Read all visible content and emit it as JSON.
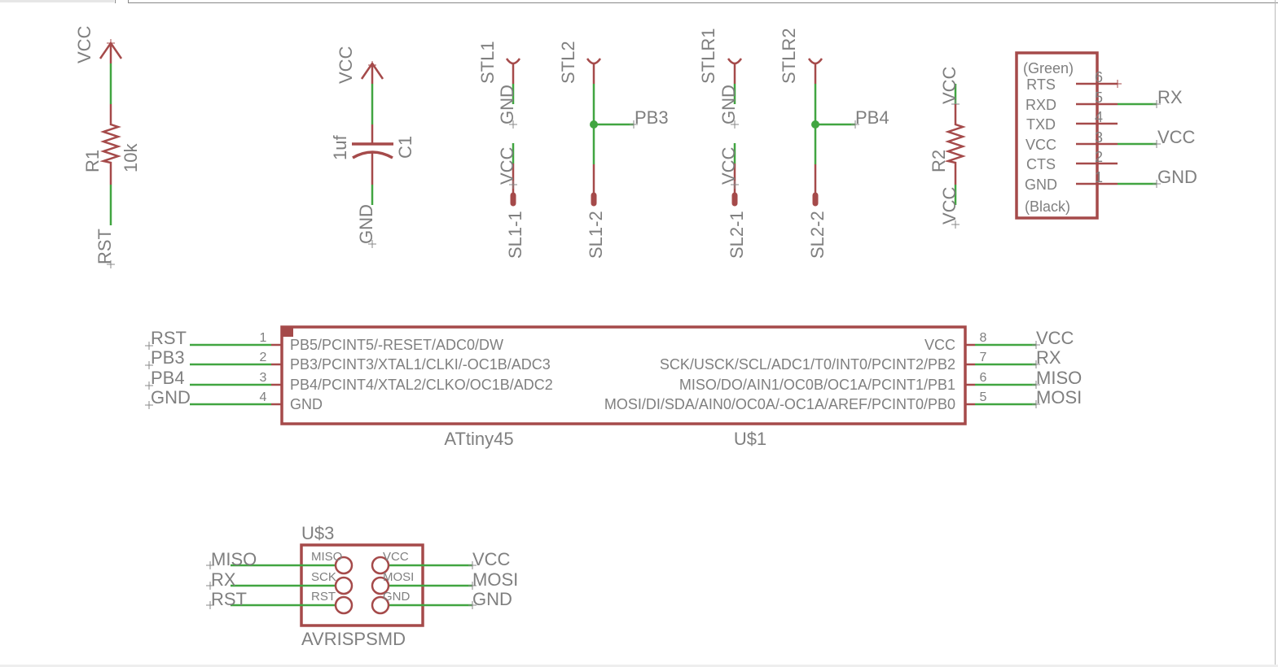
{
  "colors": {
    "part": "#a54a4a",
    "net": "#41a541",
    "text": "#7f7f7f"
  },
  "r1": {
    "name": "R1",
    "value": "10k",
    "top_net": "VCC",
    "bottom_net": "RST"
  },
  "c1": {
    "name": "C1",
    "value": "1uf",
    "top_net": "VCC",
    "bottom_net": "GND"
  },
  "stl1": {
    "name": "STL1",
    "net_top": "GND",
    "net_bottom": "VCC",
    "pad": "SL1-1"
  },
  "stl2": {
    "name": "STL2",
    "net": "PB3",
    "pad": "SL1-2"
  },
  "stlr1": {
    "name": "STLR1",
    "net_top": "GND",
    "net_bottom": "VCC",
    "pad": "SL2-1"
  },
  "stlr2": {
    "name": "STLR2",
    "net": "PB4",
    "pad": "SL2-2"
  },
  "r2": {
    "name": "R2",
    "top_net": "VCC",
    "bottom_net": "VCC"
  },
  "ftdi": {
    "top_label": "(Green)",
    "bottom_label": "(Black)",
    "pins": [
      {
        "name": "RTS",
        "num": "6",
        "net": ""
      },
      {
        "name": "RXD",
        "num": "5",
        "net": "RX"
      },
      {
        "name": "TXD",
        "num": "4",
        "net": ""
      },
      {
        "name": "VCC",
        "num": "3",
        "net": "VCC"
      },
      {
        "name": "CTS",
        "num": "2",
        "net": ""
      },
      {
        "name": "GND",
        "num": "1",
        "net": "GND"
      }
    ]
  },
  "u1": {
    "name": "U$1",
    "value": "ATtiny45",
    "left_pins": [
      {
        "num": "1",
        "name": "PB5/PCINT5/-RESET/ADC0/DW",
        "net": "RST"
      },
      {
        "num": "2",
        "name": "PB3/PCINT3/XTAL1/CLKI/-OC1B/ADC3",
        "net": "PB3"
      },
      {
        "num": "3",
        "name": "PB4/PCINT4/XTAL2/CLKO/OC1B/ADC2",
        "net": "PB4"
      },
      {
        "num": "4",
        "name": "GND",
        "net": "GND"
      }
    ],
    "right_pins": [
      {
        "num": "8",
        "name": "VCC",
        "net": "VCC"
      },
      {
        "num": "7",
        "name": "SCK/USCK/SCL/ADC1/T0/INT0/PCINT2/PB2",
        "net": "RX"
      },
      {
        "num": "6",
        "name": "MISO/DO/AIN1/OC0B/OC1A/PCINT1/PB1",
        "net": "MISO"
      },
      {
        "num": "5",
        "name": "MOSI/DI/SDA/AIN0/OC0A/-OC1A/AREF/PCINT0/PB0",
        "net": "MOSI"
      }
    ]
  },
  "u3": {
    "name": "U$3",
    "value": "AVRISPSMD",
    "left_pins": [
      {
        "name": "MISO",
        "net": "MISO"
      },
      {
        "name": "SCK",
        "net": "RX"
      },
      {
        "name": "RST",
        "net": "RST"
      }
    ],
    "right_pins": [
      {
        "name": "VCC",
        "net": "VCC"
      },
      {
        "name": "MOSI",
        "net": "MOSI"
      },
      {
        "name": "GND",
        "net": "GND"
      }
    ]
  }
}
